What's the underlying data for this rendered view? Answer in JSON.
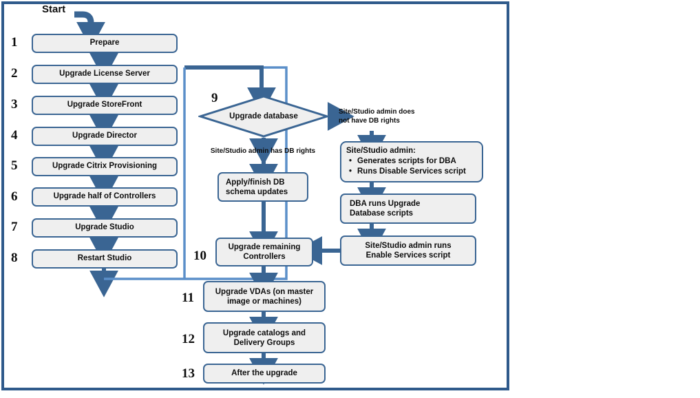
{
  "diagram": {
    "title_label": "Start",
    "colors": {
      "box_fill": "#EFEFEF",
      "box_border": "#3A6593",
      "frame_border": "#2F5A8B",
      "arrow": "#3A6593",
      "connector_light": "#5B8FC9",
      "text": "#0D0D0D"
    },
    "left_column": [
      {
        "num": "1",
        "label": "Prepare"
      },
      {
        "num": "2",
        "label": "Upgrade License Server"
      },
      {
        "num": "3",
        "label": "Upgrade StoreFront"
      },
      {
        "num": "4",
        "label": "Upgrade Director"
      },
      {
        "num": "5",
        "label": "Upgrade Citrix Provisioning"
      },
      {
        "num": "6",
        "label": "Upgrade half of Controllers"
      },
      {
        "num": "7",
        "label": "Upgrade Studio"
      },
      {
        "num": "8",
        "label": "Restart Studio"
      }
    ],
    "decision": {
      "num": "9",
      "label": "Upgrade database",
      "yes_branch_label": "Site/Studio  admin has DB rights",
      "no_branch_label_line1": "Site/Studio  admin does",
      "no_branch_label_line2": "not  have  DB rights"
    },
    "db_path": {
      "apply_box_line1": "Apply/finish DB",
      "apply_box_line2": "schema updates"
    },
    "dba_path": {
      "admin_box_heading": "Site/Studio admin:",
      "admin_box_bullets": [
        "Generates scripts for DBA",
        "Runs Disable Services script"
      ],
      "dba_box_line1": "DBA runs Upgrade",
      "dba_box_line2": "Database scripts",
      "enable_box_line1": "Site/Studio admin runs",
      "enable_box_line2": "Enable Services script"
    },
    "bottom_column": [
      {
        "num": "10",
        "line1": "Upgrade remaining",
        "line2": "Controllers"
      },
      {
        "num": "11",
        "line1": "Upgrade VDAs (on master",
        "line2": "image or  machines)"
      },
      {
        "num": "12",
        "line1": "Upgrade catalogs and",
        "line2": "Delivery Groups"
      },
      {
        "num": "13",
        "line1": "After the upgrade",
        "line2": ""
      }
    ]
  }
}
